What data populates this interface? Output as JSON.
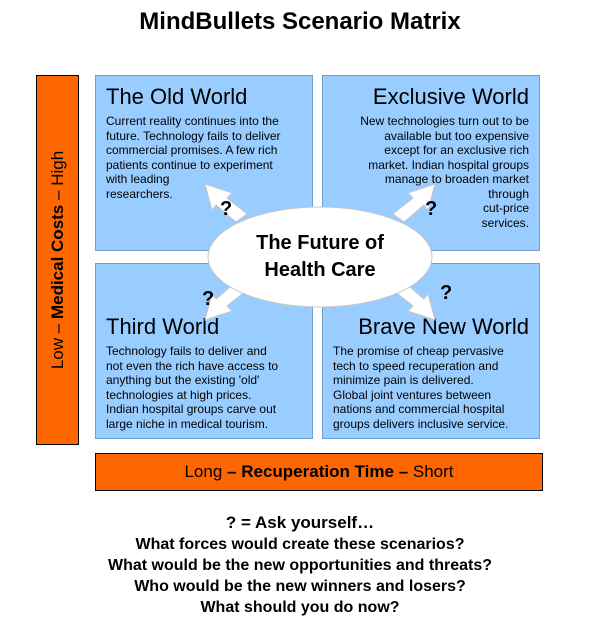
{
  "title": "MindBullets Scenario Matrix",
  "quadrants": {
    "top_left": {
      "title": "The Old World",
      "body": [
        "Current reality continues into the",
        "future. Technology fails to deliver",
        "commercial promises. A few rich",
        "patients continue to experiment",
        "with leading",
        "researchers."
      ]
    },
    "top_right": {
      "title": "Exclusive World",
      "body": [
        "New technologies turn out to be",
        "available but too expensive",
        "except for an exclusive rich",
        "market. Indian hospital groups",
        "manage to broaden market",
        "through",
        "cut-price",
        "services."
      ]
    },
    "bottom_left": {
      "title": "Third World",
      "body": [
        "Technology fails to deliver and",
        "not even the rich have access to",
        "anything but the existing 'old'",
        "technologies at high prices.",
        "Indian hospital groups carve out",
        "large niche in medical tourism."
      ]
    },
    "bottom_right": {
      "title": "Brave New World",
      "body": [
        "The promise of cheap pervasive",
        "tech to speed recuperation and",
        "minimize pain is delivered.",
        "Global joint ventures between",
        "nations and commercial hospital",
        "groups delivers inclusive service."
      ]
    }
  },
  "center": {
    "line1": "The Future of",
    "line2": "Health Care",
    "question_mark": "?"
  },
  "y_axis": {
    "low": "Low",
    "dash": "–",
    "label": "Medical Costs",
    "high": "High"
  },
  "x_axis": {
    "low": "Long",
    "dash": "–",
    "label": "Recuperation Time",
    "high": "Short"
  },
  "footer": {
    "lead": "? = Ask yourself…",
    "questions": [
      "What forces would create these scenarios?",
      "What would be the new opportunities and threats?",
      "Who would be the new winners and losers?",
      "What should you do now?"
    ]
  },
  "colors": {
    "quadrant_fill": "#99ccff",
    "axis_bar": "#ff6600",
    "center_fill": "#ffffff"
  }
}
